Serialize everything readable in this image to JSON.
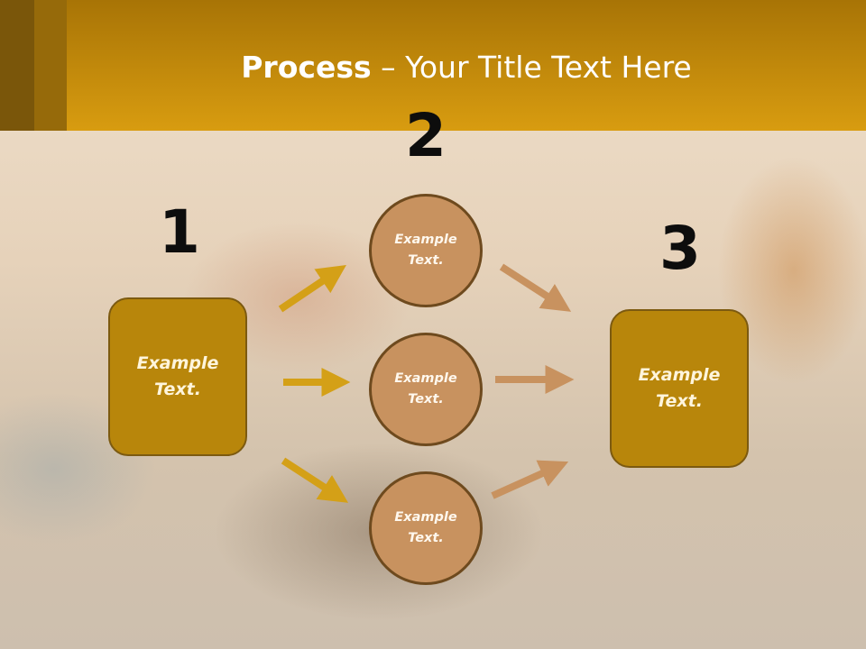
{
  "slide": {
    "title_bold": "Process",
    "title_rest": " – Your Title Text Here",
    "steps": [
      "1",
      "2",
      "3"
    ],
    "left_box": {
      "text": "Example Text."
    },
    "right_box": {
      "text": "Example Text."
    },
    "circles": [
      {
        "text": "Example Text."
      },
      {
        "text": "Example Text."
      },
      {
        "text": "Example Text."
      }
    ]
  },
  "colors": {
    "header": "#d89c10",
    "box_fill": "#b8860b",
    "circle_fill": "#c8925f",
    "arrow_left": "#d4a017",
    "arrow_right": "#c8925f"
  }
}
